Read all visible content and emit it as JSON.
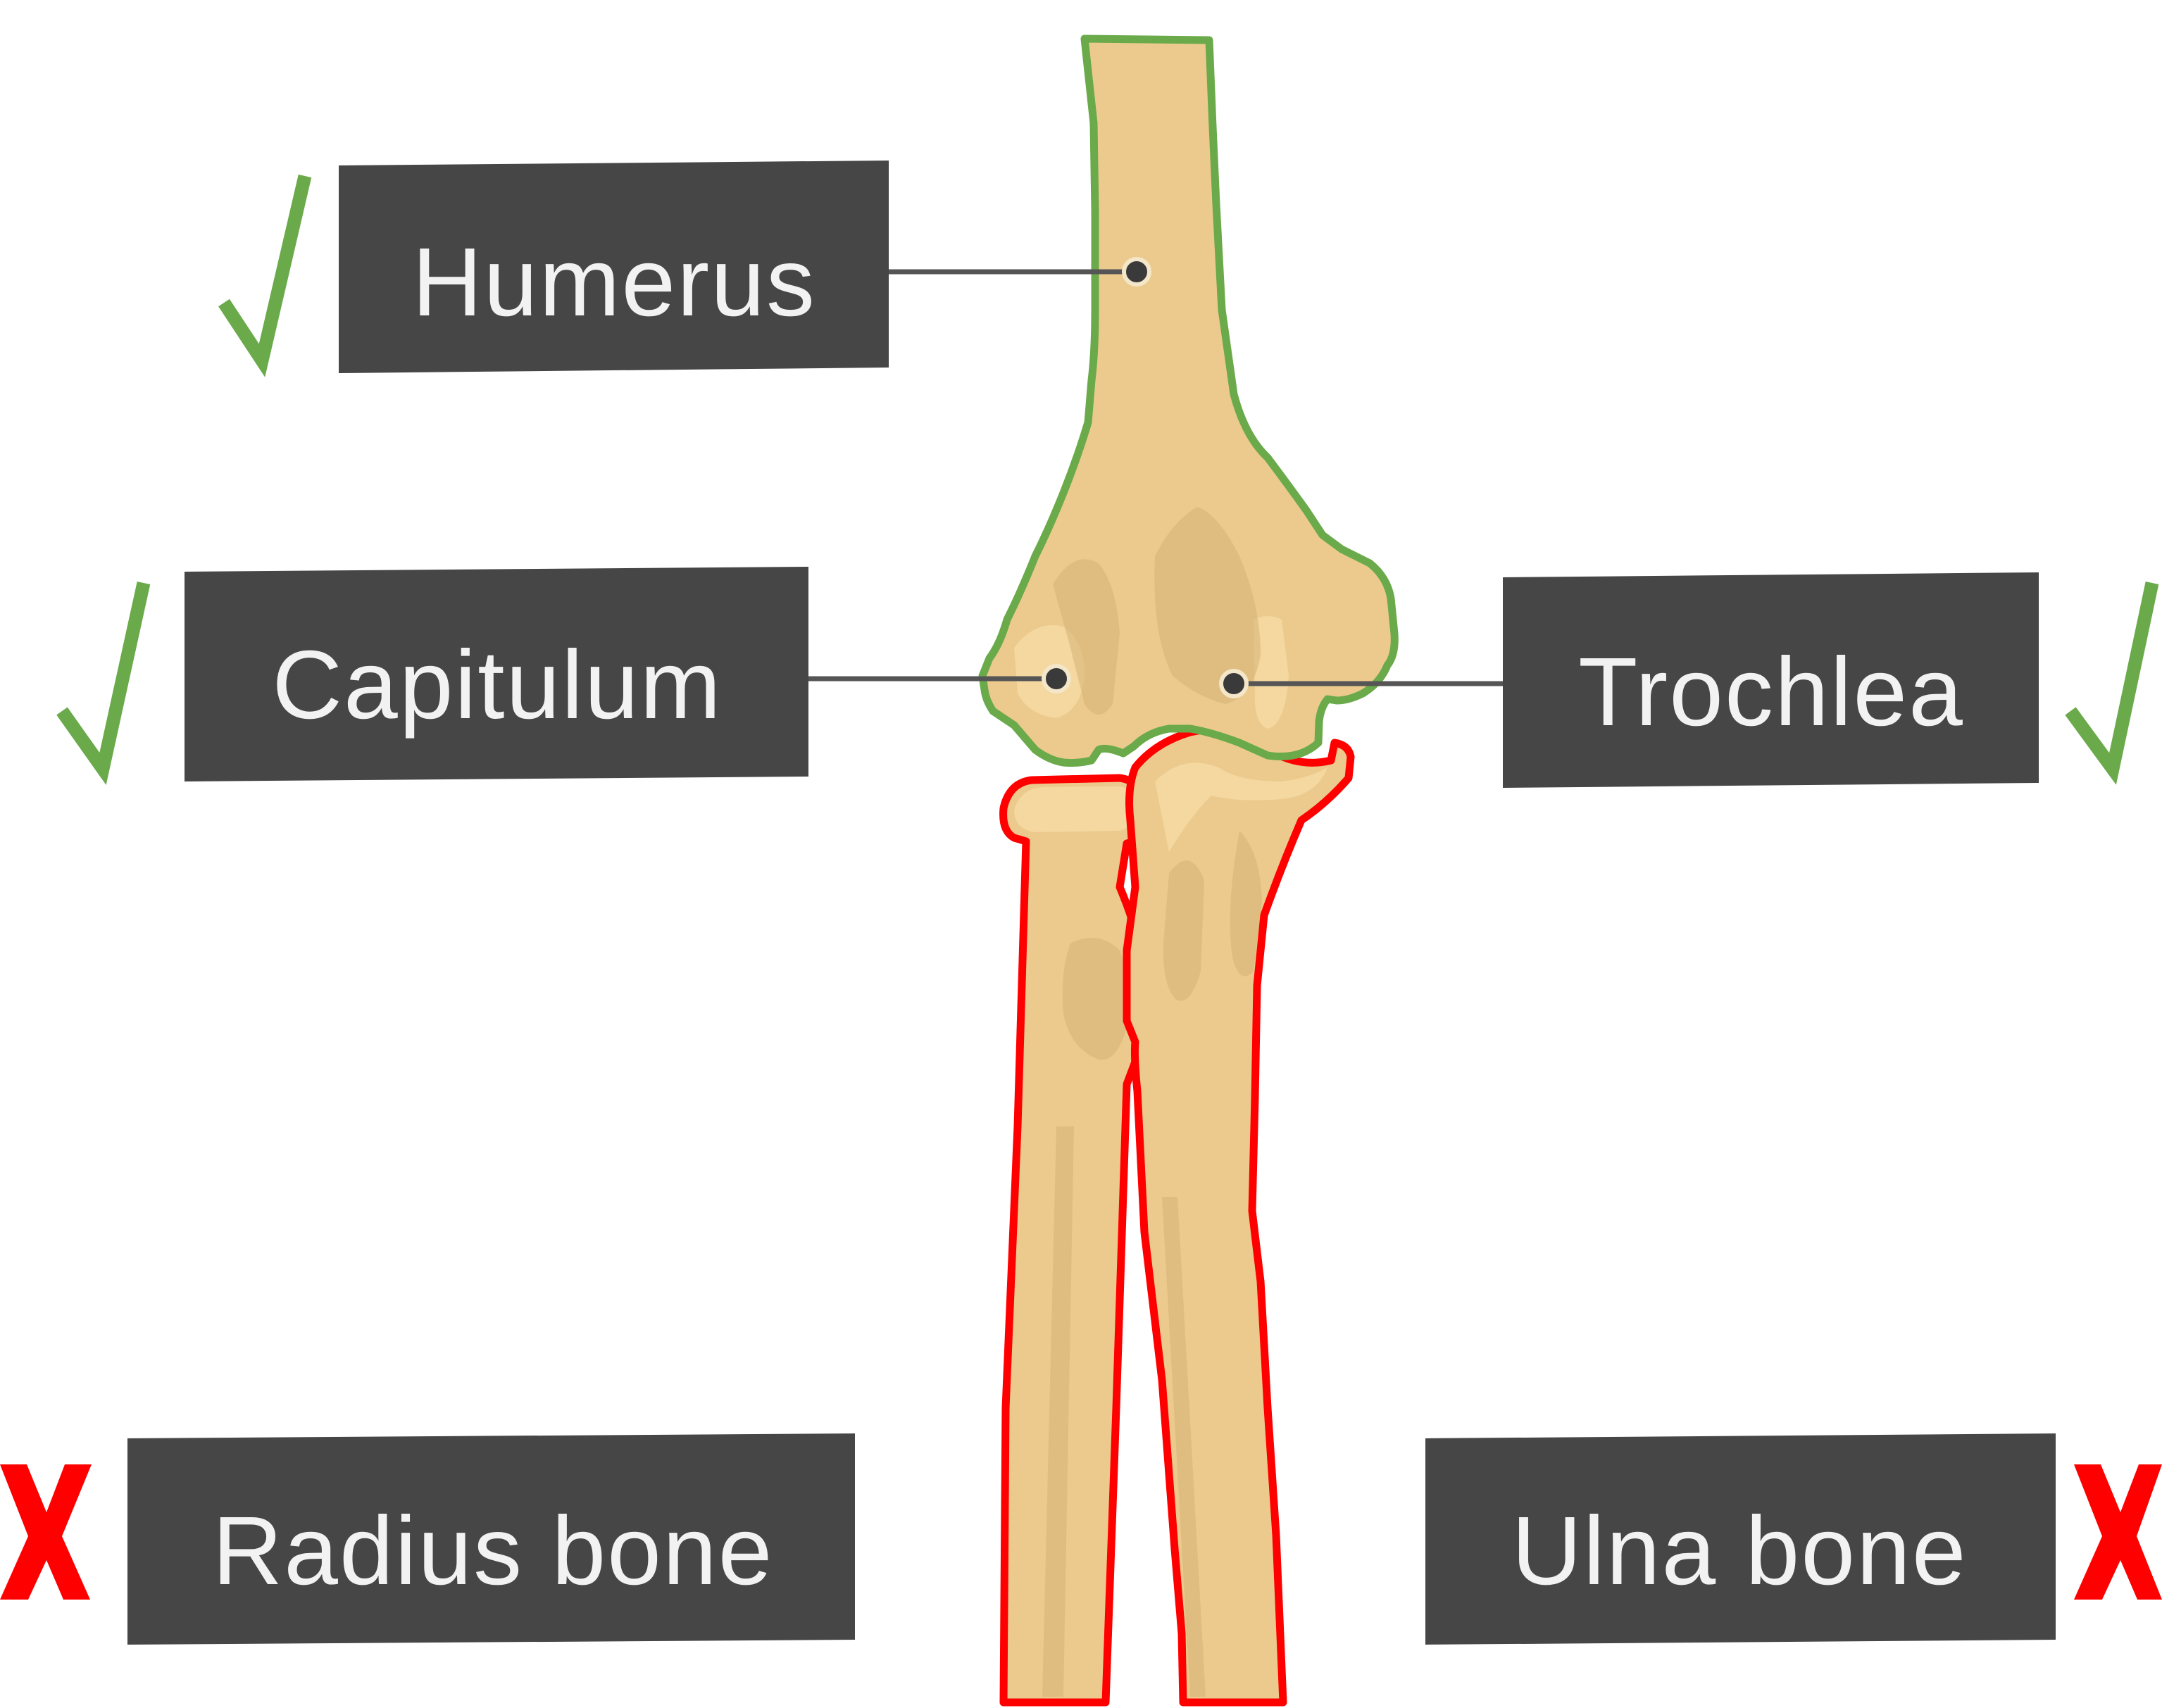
{
  "labels": {
    "humerus": "Humerus",
    "capitulum": "Capitulum",
    "trochlea": "Trochlea",
    "radius": "Radius bone",
    "ulna": "Ulna bone"
  },
  "marks": {
    "humerus": "check-icon",
    "capitulum": "check-icon",
    "trochlea": "check-icon",
    "radius": "cross-icon",
    "ulna": "cross-icon"
  },
  "colors": {
    "correct": "#6aaa4a",
    "incorrect": "#ff0000",
    "label_background": "#464646",
    "bone": "#ecca8e"
  }
}
